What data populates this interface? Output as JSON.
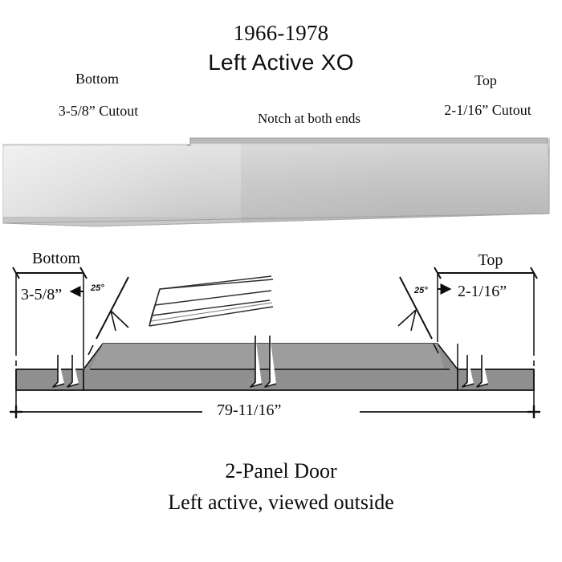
{
  "title": {
    "years": "1966-1978",
    "name": "Left Active XO"
  },
  "photo_callouts": {
    "bottom_label": "Bottom",
    "bottom_cutout": "3-5/8” Cutout",
    "top_label": "Top",
    "top_cutout": "2-1/16” Cutout",
    "notch_note": "Notch at both ends"
  },
  "drawing": {
    "bottom_label": "Bottom",
    "bottom_dimension": "3-5/8”",
    "top_label": "Top",
    "top_dimension": "2-1/16”",
    "angle_left": "25°",
    "angle_right": "25°",
    "overall_length": "79-11/16”"
  },
  "caption": {
    "line1": "2-Panel Door",
    "line2": "Left active, viewed outside"
  },
  "colors": {
    "ink": "#0d0d0d",
    "panel_fill": "#8a8a8a",
    "panel_top_fill": "#9a9a9a",
    "photo_light": "#dcdcdc",
    "photo_mid": "#b9b9b9",
    "background": "#ffffff"
  },
  "icons": {
    "break_symbol": "break-symbol",
    "arrow_head": "arrow-head",
    "angle_leader": "angle-leader",
    "profile_detail": "profile-detail-sketch"
  }
}
